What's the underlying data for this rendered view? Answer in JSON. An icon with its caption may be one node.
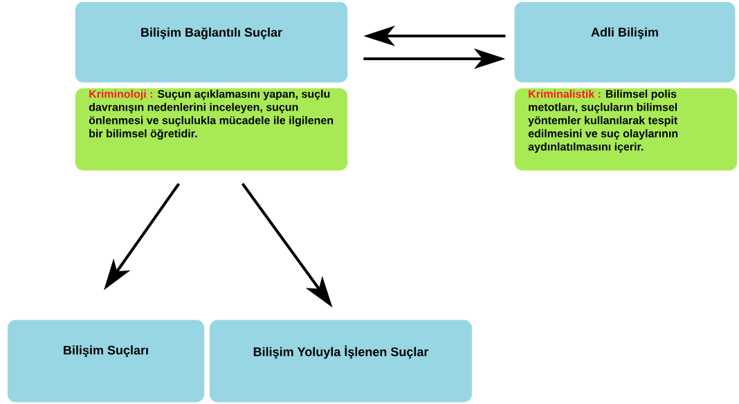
{
  "diagram": {
    "nodes": [
      {
        "text": [
          "Bilişim Bağlantılı Suçlar"
        ]
      },
      {
        "text": [
          "Adli Bilişim"
        ]
      },
      {
        "text": [
          "Kriminoloji :",
          "Suçun açıklamasını yapan, suçlu davranışın nedenlerini inceleyen, suçun önlenmesi ve suçlulukla mücadele ile ilgilenen bir bilimsel öğretidir."
        ]
      },
      {
        "text": [
          "Kriminalistik :",
          "Bilimsel polis metotları, suçluların bilimsel yöntemler kullanılarak tespit edilmesini ve suç olaylarının aydınlatılmasını içerir."
        ]
      },
      {
        "text": [
          "Bilişim Suçları"
        ]
      },
      {
        "text": [
          "Bilişim Yoluyla İşlenen Suçlar"
        ]
      }
    ],
    "edges": [
      {
        "from": 1,
        "to": 0,
        "arrow": "to"
      },
      {
        "from": 0,
        "to": 1,
        "arrow": "to"
      },
      {
        "from": 2,
        "to": 4,
        "arrow": "to"
      },
      {
        "from": 2,
        "to": 5,
        "arrow": "to"
      }
    ]
  }
}
